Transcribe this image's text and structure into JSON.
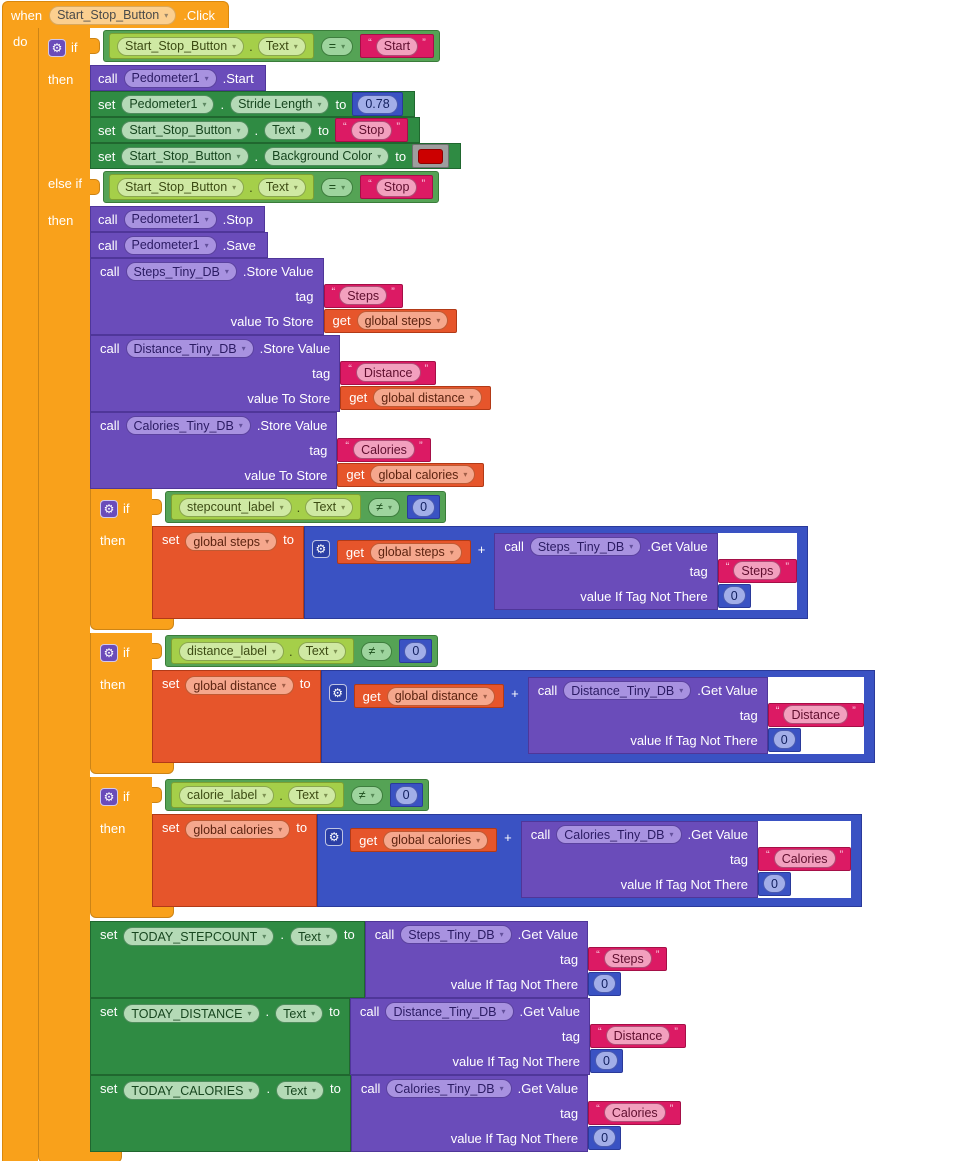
{
  "palette": {
    "event_control_orange": "#F9A11B",
    "logic_green": "#55A355",
    "getter_green": "#A5CF49",
    "method_purple": "#6A4CBA",
    "setter_green": "#2F8B43",
    "text_pink": "#DC1A64",
    "math_blue": "#3A52C3",
    "variable_orange": "#E6552B",
    "color_block_gray": "#9E9E9E",
    "background_color_value": "#CC0000"
  },
  "icons": {
    "gear": "⚙",
    "dropdown_arrow": "▾",
    "quote_open": "“",
    "quote_close": "”"
  },
  "labels": {
    "when": "when",
    "do": "do",
    "if": "if",
    "then": "then",
    "else_if": "else if",
    "call": "call",
    "set": "set",
    "to": "to",
    "get": "get",
    "tag": "tag",
    "dot": ".",
    "value_to_store": "value To Store",
    "value_if_tag_not_there": "value If Tag Not There",
    "plus": "+"
  },
  "ops": {
    "eq": "=",
    "neq": "≠"
  },
  "when": {
    "component": "Start_Stop_Button",
    "event": ".Click"
  },
  "cond_start": {
    "component": "Start_Stop_Button",
    "prop": "Text",
    "value": "Start"
  },
  "cond_stop": {
    "component": "Start_Stop_Button",
    "prop": "Text",
    "value": "Stop"
  },
  "then_start": {
    "call_start": {
      "component": "Pedometer1",
      "method": ".Start"
    },
    "set_stride": {
      "component": "Pedometer1",
      "prop": "Stride Length",
      "value": "0.78"
    },
    "set_text": {
      "component": "Start_Stop_Button",
      "prop": "Text",
      "value": "Stop"
    },
    "set_bg": {
      "component": "Start_Stop_Button",
      "prop": "Background Color",
      "color": "#CC0000"
    }
  },
  "then_stop": {
    "call_stop": {
      "component": "Pedometer1",
      "method": ".Stop"
    },
    "call_save": {
      "component": "Pedometer1",
      "method": ".Save"
    },
    "store_steps": {
      "db": "Steps_Tiny_DB",
      "method": ".Store Value",
      "tag": "Steps",
      "var": "global steps"
    },
    "store_distance": {
      "db": "Distance_Tiny_DB",
      "method": ".Store Value",
      "tag": "Distance",
      "var": "global distance"
    },
    "store_calories": {
      "db": "Calories_Tiny_DB",
      "method": ".Store Value",
      "tag": "Calories",
      "var": "global calories"
    },
    "if_steps": {
      "label": "stepcount_label",
      "prop": "Text",
      "zero": "0",
      "var": "global steps",
      "db": "Steps_Tiny_DB",
      "method": ".Get Value",
      "tag": "Steps",
      "default": "0"
    },
    "if_distance": {
      "label": "distance_label",
      "prop": "Text",
      "zero": "0",
      "var": "global distance",
      "db": "Distance_Tiny_DB",
      "method": ".Get Value",
      "tag": "Distance",
      "default": "0"
    },
    "if_calories": {
      "label": "calorie_label",
      "prop": "Text",
      "zero": "0",
      "var": "global calories",
      "db": "Calories_Tiny_DB",
      "method": ".Get Value",
      "tag": "Calories",
      "default": "0"
    },
    "today_steps": {
      "component": "TODAY_STEPCOUNT",
      "prop": "Text",
      "db": "Steps_Tiny_DB",
      "method": ".Get Value",
      "tag": "Steps",
      "default": "0"
    },
    "today_distance": {
      "component": "TODAY_DISTANCE",
      "prop": "Text",
      "db": "Distance_Tiny_DB",
      "method": ".Get Value",
      "tag": "Distance",
      "default": "0"
    },
    "today_calories": {
      "component": "TODAY_CALORIES",
      "prop": "Text",
      "db": "Calories_Tiny_DB",
      "method": ".Get Value",
      "tag": "Calories",
      "default": "0"
    }
  }
}
